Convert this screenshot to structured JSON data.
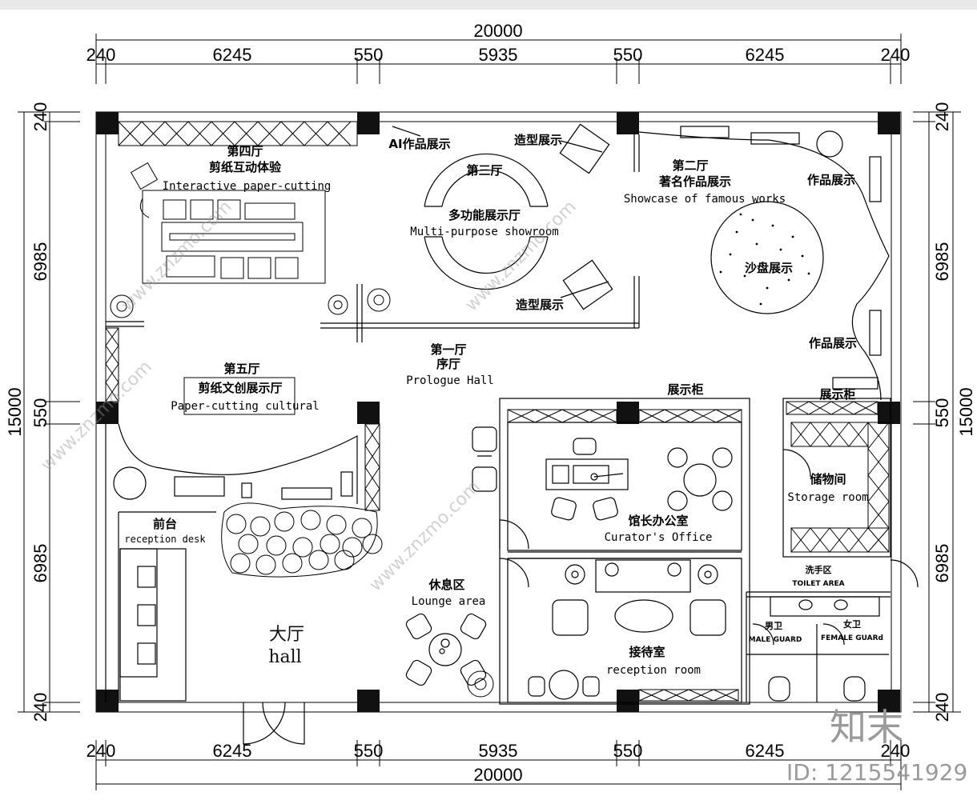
{
  "dimensions": {
    "top_total": "20000",
    "bottom_total": "20000",
    "horizontal_segments": [
      "240",
      "6245",
      "550",
      "5935",
      "550",
      "6245",
      "240"
    ],
    "left_total": "15000",
    "right_total": "15000",
    "vertical_segments": [
      "240",
      "6985",
      "550",
      "6985",
      "240"
    ]
  },
  "rooms": {
    "hall4_cn": "第四厅",
    "hall4_sub_cn": "剪纸互动体验",
    "hall4_en": "Interactive paper-cutting",
    "ai_display": "AI作品展示",
    "modeling_display_top": "造型展示",
    "modeling_display_bottom": "造型展示",
    "hall3_cn": "第三厅",
    "hall3_sub_cn": "多功能展示厅",
    "hall3_en": "Multi-purpose showroom",
    "hall2_cn": "第二厅",
    "hall2_sub_cn": "著名作品展示",
    "hall2_en": "Showcase of famous works",
    "works_display_top": "作品展示",
    "works_display_bottom": "作品展示",
    "sand_table": "沙盘展示",
    "hall1_cn": "第一厅",
    "hall1_sub_cn": "序厅",
    "hall1_en": "Prologue Hall",
    "hall5_cn": "第五厅",
    "hall5_sub_cn": "剪纸文创展示厅",
    "hall5_en": "Paper-cutting cultural",
    "showcase_left": "展示柜",
    "showcase_right": "展示柜",
    "storage_cn": "储物间",
    "storage_en": "Storage room",
    "front_desk_cn": "前台",
    "front_desk_en": "reception desk",
    "curator_cn": "馆长办公室",
    "curator_en": "Curator's Office",
    "lounge_cn": "休息区",
    "lounge_en": "Lounge area",
    "washroom_cn": "洗手区",
    "washroom_en": "TOILET AREA",
    "male_cn": "男卫",
    "male_en": "MALE GUARD",
    "female_cn": "女卫",
    "female_en": "FEMALE GUARd",
    "reception_cn": "接待室",
    "reception_en": "reception room",
    "lobby_cn": "大厅",
    "lobby_en": "hall"
  },
  "watermark": {
    "logo_text": "知末",
    "id_text": "ID: 1215541929",
    "site_text": "www.znzmo.com"
  }
}
